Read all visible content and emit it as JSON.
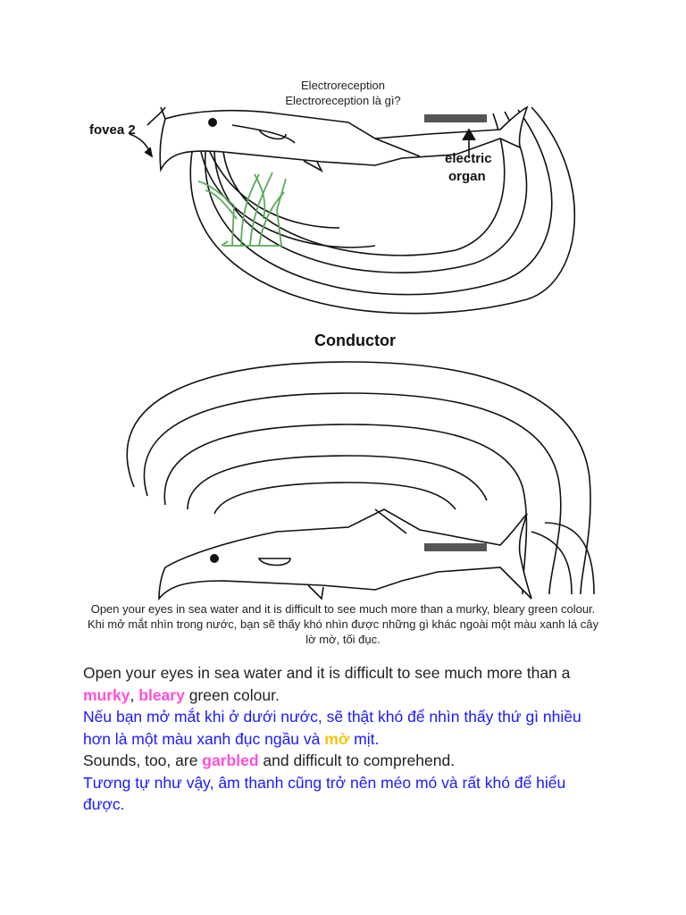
{
  "caption_top": {
    "line1": "Electroreception",
    "line2": "Electroreception là gì?"
  },
  "figure": {
    "label_fovea": "fovea 2",
    "label_electric": "electric",
    "label_organ": "organ",
    "label_conductor": "Conductor"
  },
  "caption_bottom": {
    "english": "Open your eyes in sea water and it is difficult to see much more than a murky, bleary green colour.",
    "vietnamese": "Khi mở mắt nhìn trong nước, bạn sẽ thấy khó nhìn được những gì khác ngoài một màu xanh lá cây lờ mờ, tối đục."
  },
  "body": {
    "p1_part1": "Open your eyes in sea water and it is difficult to see much more than a ",
    "p1_word1": "murky",
    "p1_comma": ", ",
    "p1_word2": "bleary",
    "p1_part2": " green colour.",
    "p2_part1": "Nếu bạn mở mắt khi ở dưới nước, sẽ thật khó để nhìn thấy thứ gì nhiều hơn là một màu xanh đục ngầu và ",
    "p2_word": "mờ",
    "p2_part2": " mịt.",
    "p3_part1": "Sounds, too, are ",
    "p3_word": "garbled",
    "p3_part2": " and difficult to comprehend.",
    "p4": "Tương tự như vậy, âm thanh cũng trở nên méo mó và rất khó để hiểu được."
  },
  "colors": {
    "vietnamese_text": "#1a1aff",
    "highlight_pink": "#ff4fd8",
    "highlight_gold": "#f2c40f",
    "plant": "#5aaa5a"
  }
}
